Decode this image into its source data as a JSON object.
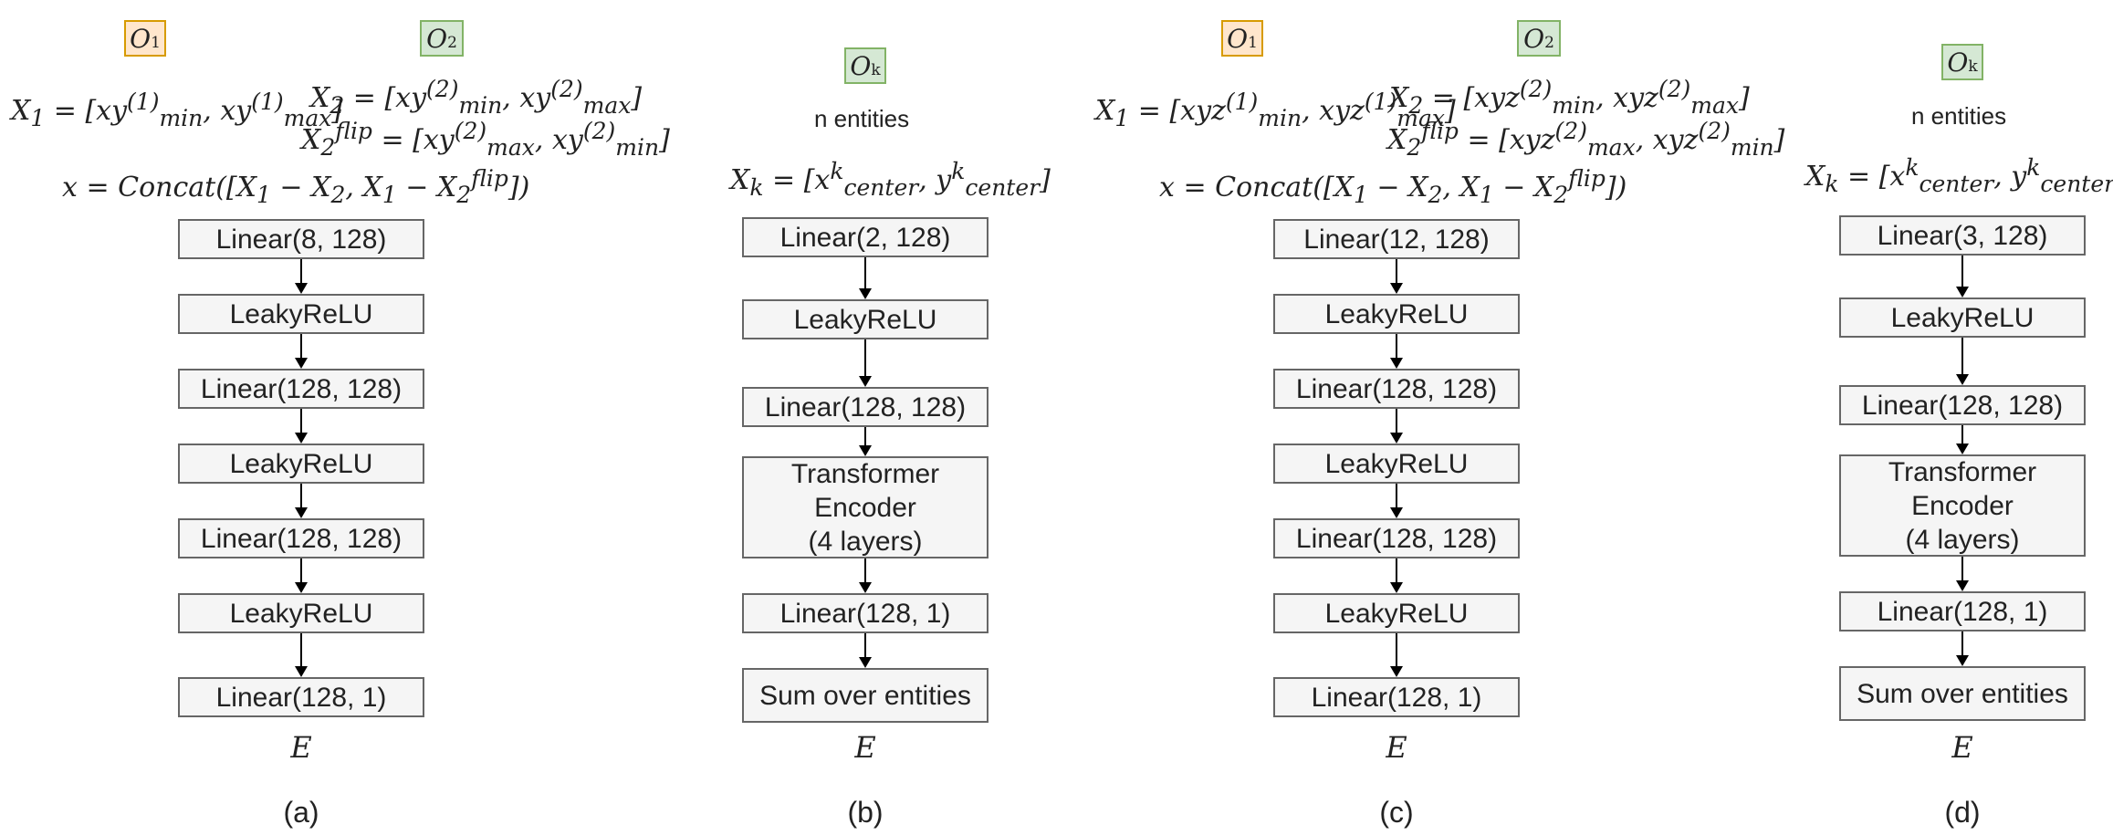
{
  "panels": {
    "a": {
      "header": {
        "o1": "O1",
        "o2": "O2",
        "eq1": "X1 = [xy(1)min, xy(1)max]",
        "eq2": "X2 = [xy(2)min, xy(2)max]",
        "eq3": "X2flip = [xy(2)max, xy(2)min]",
        "eq4": "x = Concat([X1 − X2, X1 − X2flip])"
      },
      "nodes": [
        "Linear(8, 128)",
        "LeakyReLU",
        "Linear(128, 128)",
        "LeakyReLU",
        "Linear(128, 128)",
        "LeakyReLU",
        "Linear(128, 1)"
      ],
      "output": "E",
      "caption": "(a)"
    },
    "b": {
      "header": {
        "ok": "Ok",
        "entities": "n entities",
        "eq1": "Xk = [xkcenter, ykcenter]"
      },
      "nodes": [
        "Linear(2, 128)",
        "LeakyReLU",
        "Linear(128, 128)",
        "Transformer\nEncoder\n(4 layers)",
        "Linear(128, 1)",
        "Sum over entities"
      ],
      "output": "E",
      "caption": "(b)"
    },
    "c": {
      "header": {
        "o1": "O1",
        "o2": "O2",
        "eq1": "X1 = [xyz(1)min, xyz(1)max]",
        "eq2": "X2 = [xyz(2)min, xyz(2)max]",
        "eq3": "X2flip = [xyz(2)max, xyz(2)min]",
        "eq4": "x = Concat([X1 − X2, X1 − X2flip])"
      },
      "nodes": [
        "Linear(12, 128)",
        "LeakyReLU",
        "Linear(128, 128)",
        "LeakyReLU",
        "Linear(128, 128)",
        "LeakyReLU",
        "Linear(128, 1)"
      ],
      "output": "E",
      "caption": "(c)"
    },
    "d": {
      "header": {
        "ok": "Ok",
        "entities": "n entities",
        "eq1": "Xk = [xkcenter, ykcenter, θ]"
      },
      "nodes": [
        "Linear(3, 128)",
        "LeakyReLU",
        "Linear(128, 128)",
        "Transformer\nEncoder\n(4 layers)",
        "Linear(128, 1)",
        "Sum over entities"
      ],
      "output": "E",
      "caption": "(d)"
    }
  },
  "colors": {
    "orange_fill": "#ffe6cc",
    "orange_border": "#d79b00",
    "green_fill": "#d5e8d4",
    "green_border": "#82b366",
    "node_fill": "#f5f5f5",
    "node_border": "#666666"
  }
}
